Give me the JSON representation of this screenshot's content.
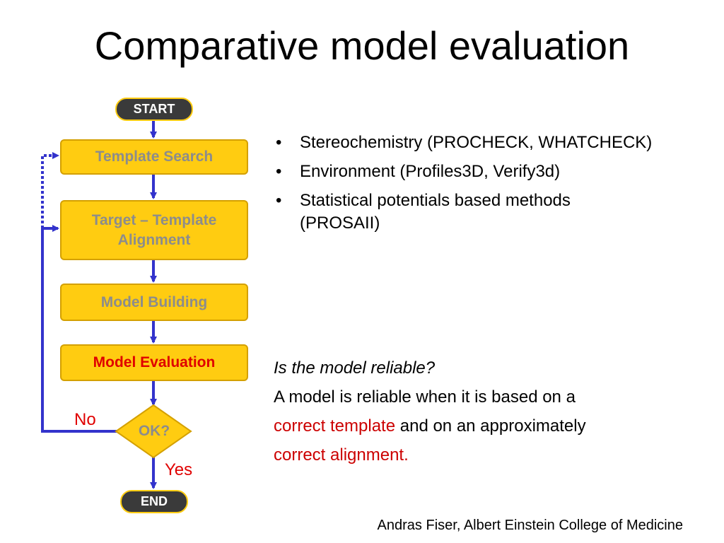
{
  "title": "Comparative model evaluation",
  "flowchart": {
    "start": "START",
    "steps": [
      "Template Search",
      "Target – Template Alignment",
      "Model Building",
      "Model Evaluation"
    ],
    "decision": "OK?",
    "no_label": "No",
    "yes_label": "Yes",
    "end": "END",
    "active_step": "Model Evaluation"
  },
  "bullets": [
    "Stereochemistry (PROCHECK, WHATCHECK)",
    "Environment (Profiles3D, Verify3d)",
    "Statistical potentials based methods (PROSAII)"
  ],
  "paragraph": {
    "question": "Is the model reliable?",
    "line1": "A model is reliable when it is based on a",
    "highlight1": "correct template",
    "middle": " and on an approximately",
    "highlight2": "correct alignment."
  },
  "footer": "Andras Fiser, Albert Einstein College of Medicine",
  "colors": {
    "box_fill": "#ffcc11",
    "box_text": "#8c8c8c",
    "active_text": "#e00000",
    "arrow": "#3333cc",
    "highlight_text": "#cc0000"
  }
}
